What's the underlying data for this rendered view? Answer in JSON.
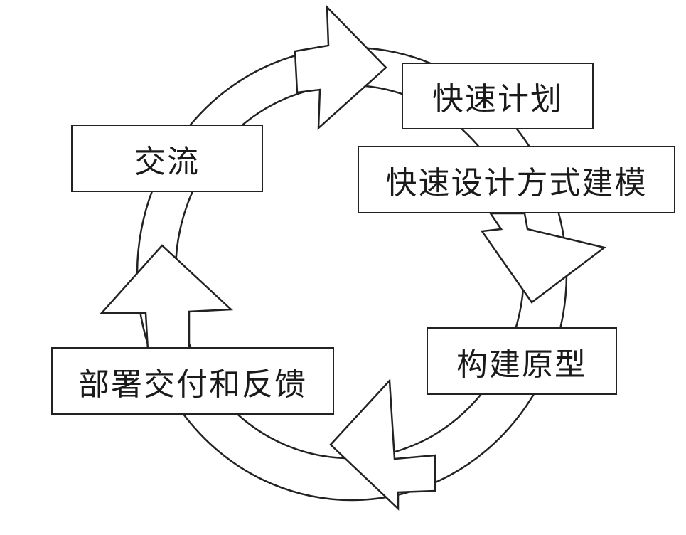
{
  "diagram": {
    "title": "",
    "stages": [
      {
        "label": "快速计划"
      },
      {
        "label": "快速设计方式建模"
      },
      {
        "label": "构建原型"
      },
      {
        "label": "部署交付和反馈"
      },
      {
        "label": "交流"
      }
    ],
    "colors": {
      "stroke": "#222222",
      "fill": "#ffffff"
    }
  }
}
